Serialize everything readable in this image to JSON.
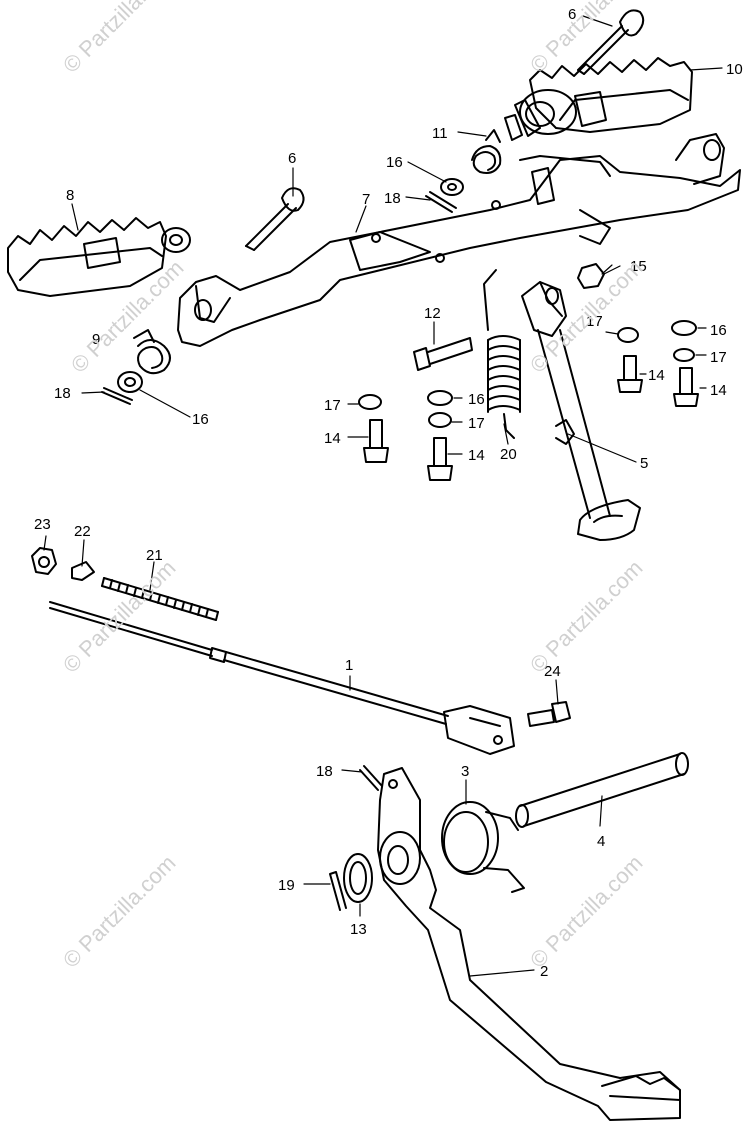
{
  "watermark": "© Partzilla.com",
  "callouts": {
    "c1": "1",
    "c2": "2",
    "c3": "3",
    "c4": "4",
    "c5": "5",
    "c6a": "6",
    "c6b": "6",
    "c7": "7",
    "c8": "8",
    "c9": "9",
    "c10": "10",
    "c11": "11",
    "c12": "12",
    "c13": "13",
    "c14a": "14",
    "c14b": "14",
    "c14c": "14",
    "c14d": "14",
    "c15": "15",
    "c16a": "16",
    "c16b": "16",
    "c16c": "16",
    "c16d": "16",
    "c17a": "17",
    "c17b": "17",
    "c17c": "17",
    "c17d": "17",
    "c18a": "18",
    "c18b": "18",
    "c18c": "18",
    "c19": "19",
    "c20": "20",
    "c21": "21",
    "c22": "22",
    "c23": "23",
    "c24": "24"
  },
  "colors": {
    "line": "#000000",
    "watermark": "#d0d0d0",
    "background": "#ffffff"
  }
}
